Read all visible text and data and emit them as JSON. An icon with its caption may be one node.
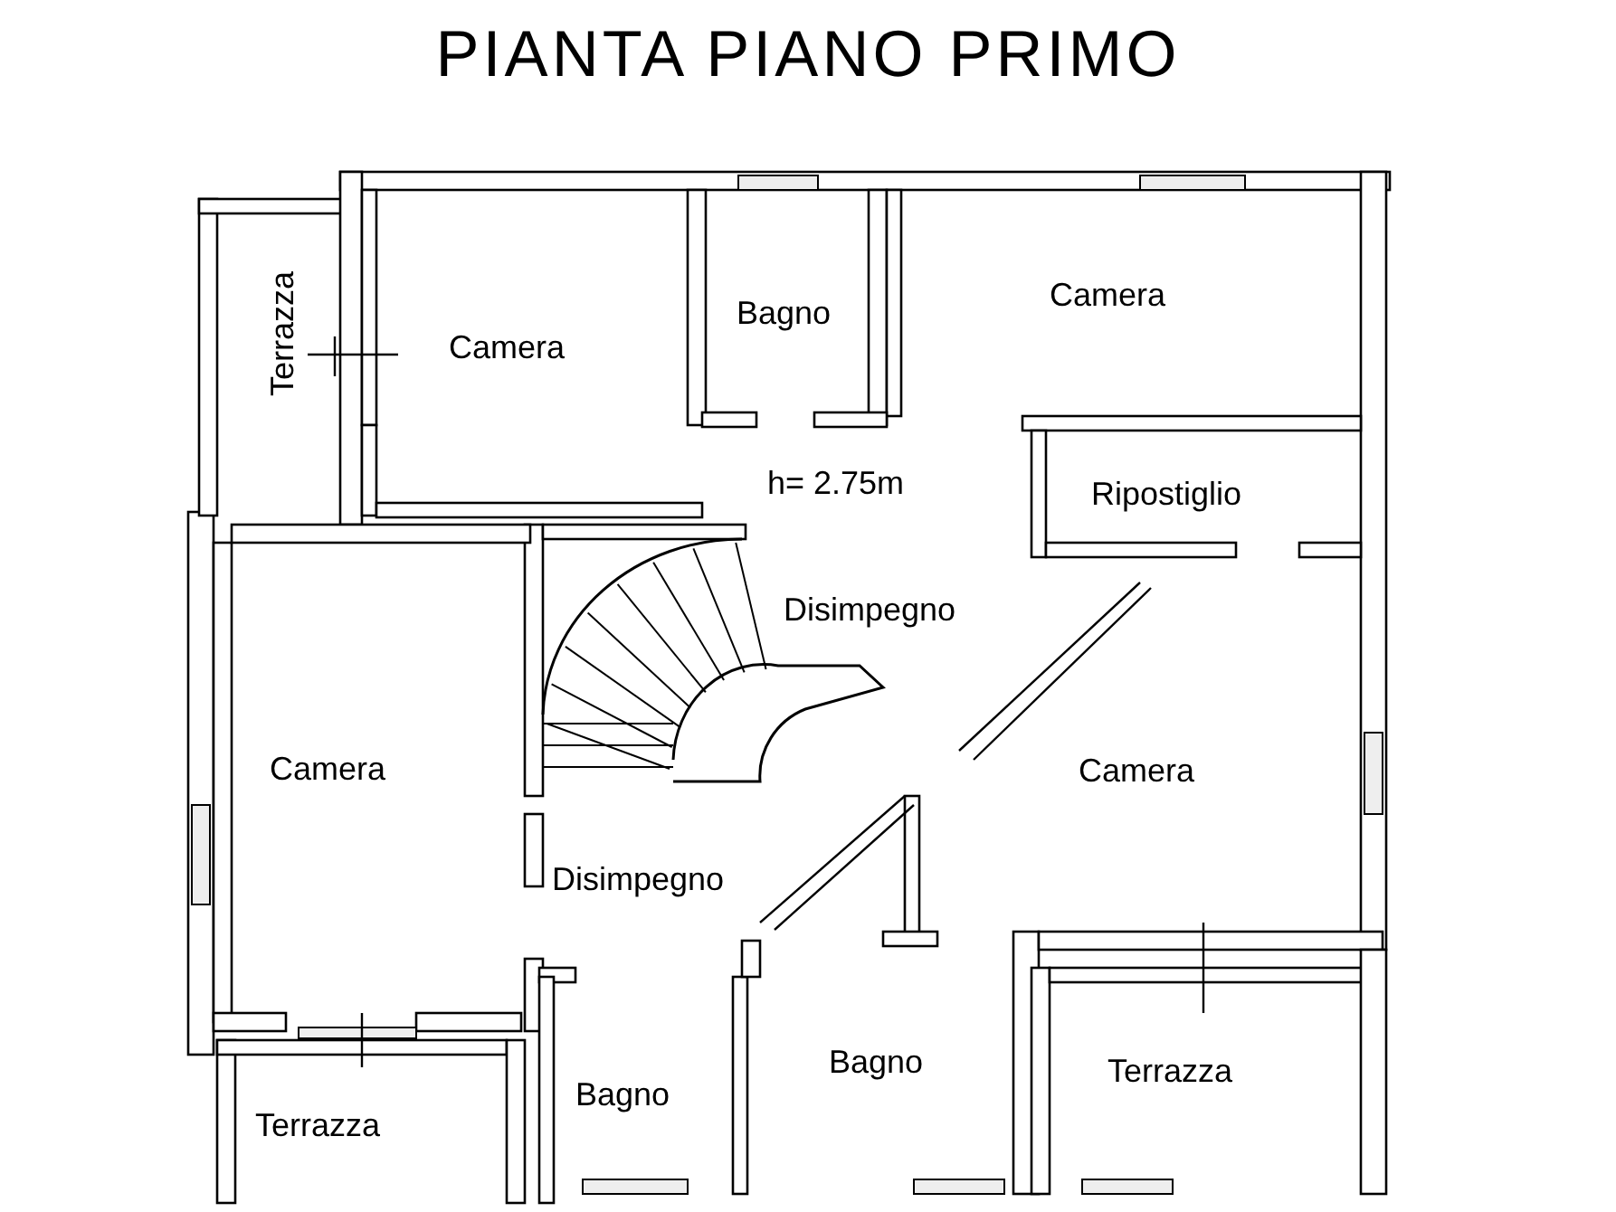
{
  "diagram": {
    "title": "PIANTA PIANO PRIMO",
    "labels": [
      "Terrazza",
      "Camera",
      "Bagno",
      "Camera",
      "h= 2.75m",
      "Ripostiglio",
      "Disimpegno",
      "Camera",
      "Camera",
      "Disimpegno",
      "Bagno",
      "Bagno",
      "Terrazza",
      "Terrazza"
    ]
  }
}
